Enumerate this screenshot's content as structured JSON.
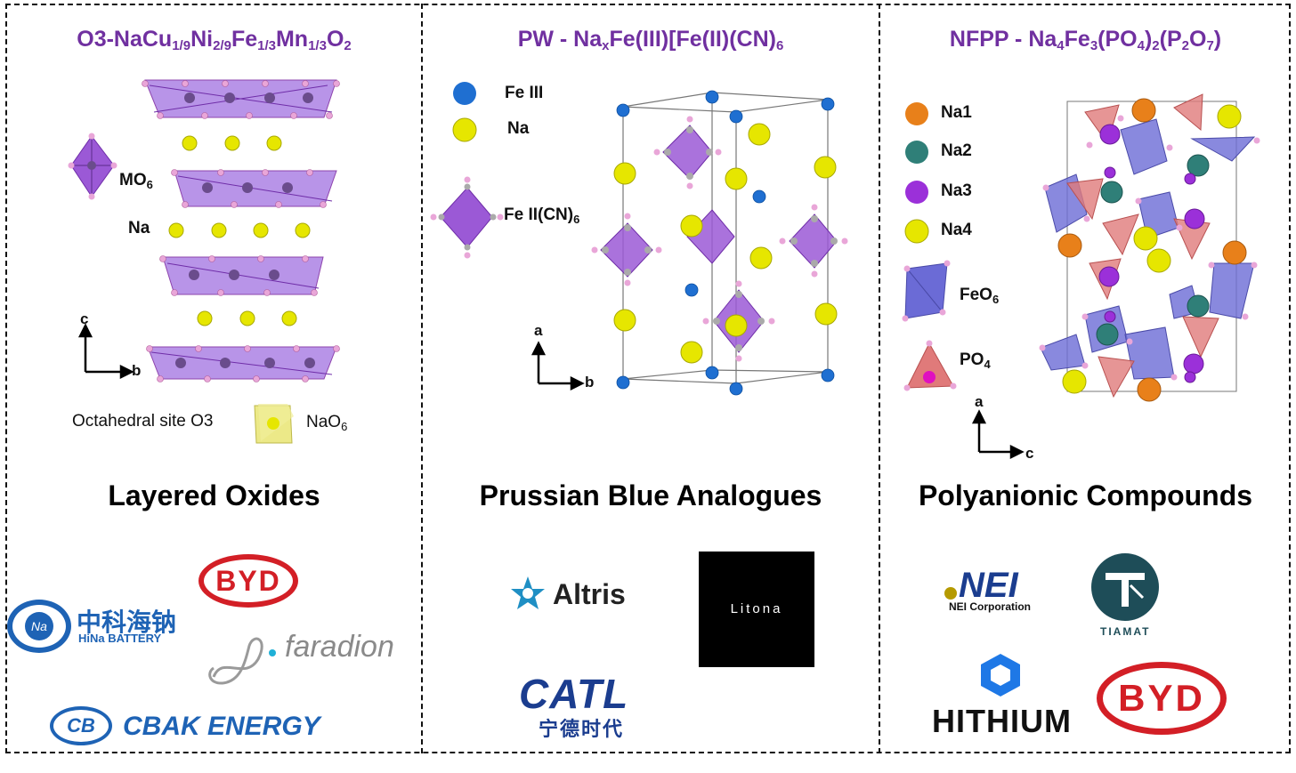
{
  "panels": {
    "layered": {
      "title_main": "O3-NaCu",
      "title_parts": [
        "1/9",
        "Ni",
        "2/9",
        "Fe",
        "1/3",
        "Mn",
        "1/3",
        "O",
        "2"
      ],
      "labels": {
        "mo6": "MO",
        "mo6_sub": "6",
        "na": "Na",
        "axis_c": "c",
        "axis_b": "b",
        "octa_site": "Octahedral site O3",
        "nao6": "NaO",
        "nao6_sub": "6"
      },
      "heading": "Layered Oxides",
      "logos": {
        "hina_cn": "中科海钠",
        "hina_en": "HiNa BATTERY",
        "hina_mark": "Na",
        "byd": "BYD",
        "faradion": "faradion",
        "cbak_mark": "CB",
        "cbak": "CBAK ENERGY"
      }
    },
    "prussian": {
      "title_a": "PW - Na",
      "title_x": "x",
      "title_b": "Fe(III)[Fe(II)(CN)",
      "title_6": "6",
      "labels": {
        "fe3": "Fe III",
        "na": "Na",
        "fe2cn6": "Fe II(CN)",
        "fe2cn6_sub": "6",
        "axis_a": "a",
        "axis_b": "b"
      },
      "heading": "Prussian Blue Analogues",
      "logos": {
        "altris": "Altris",
        "litona": "Litona",
        "catl": "CATL",
        "catl_cn": "宁德时代"
      }
    },
    "polyanionic": {
      "title_a": "NFPP - Na",
      "t4": "4",
      "title_b": "Fe",
      "t3": "3",
      "title_c": "(PO",
      "t4b": "4",
      "title_d": ")",
      "t2": "2",
      "title_e": "(P",
      "t2b": "2",
      "title_f": "O",
      "t7": "7",
      "title_g": ")",
      "labels": {
        "na1": "Na1",
        "na2": "Na2",
        "na3": "Na3",
        "na4": "Na4",
        "feo6": "FeO",
        "feo6_sub": "6",
        "po4": "PO",
        "po4_sub": "4",
        "axis_a": "a",
        "axis_c": "c"
      },
      "heading": "Polyanionic Compounds",
      "logos": {
        "nei": "NEI",
        "nei_sub": "NEI Corporation",
        "tiamat": "TIAMAT",
        "hithium": "HITHIUM",
        "byd": "BYD"
      }
    }
  },
  "colors": {
    "title_purple": "#7030a0",
    "octahedron": "#9b59d6",
    "na_yellow": "#e6e600",
    "fe_blue": "#1f6fd1",
    "po4_red": "#e07a7a",
    "na1_orange": "#e8801a",
    "na2_teal": "#2f7f78",
    "na3_purple": "#9b30d9",
    "byd_red": "#d31f26",
    "catl_blue": "#1b3d8f",
    "hina_blue": "#1e63b5"
  }
}
